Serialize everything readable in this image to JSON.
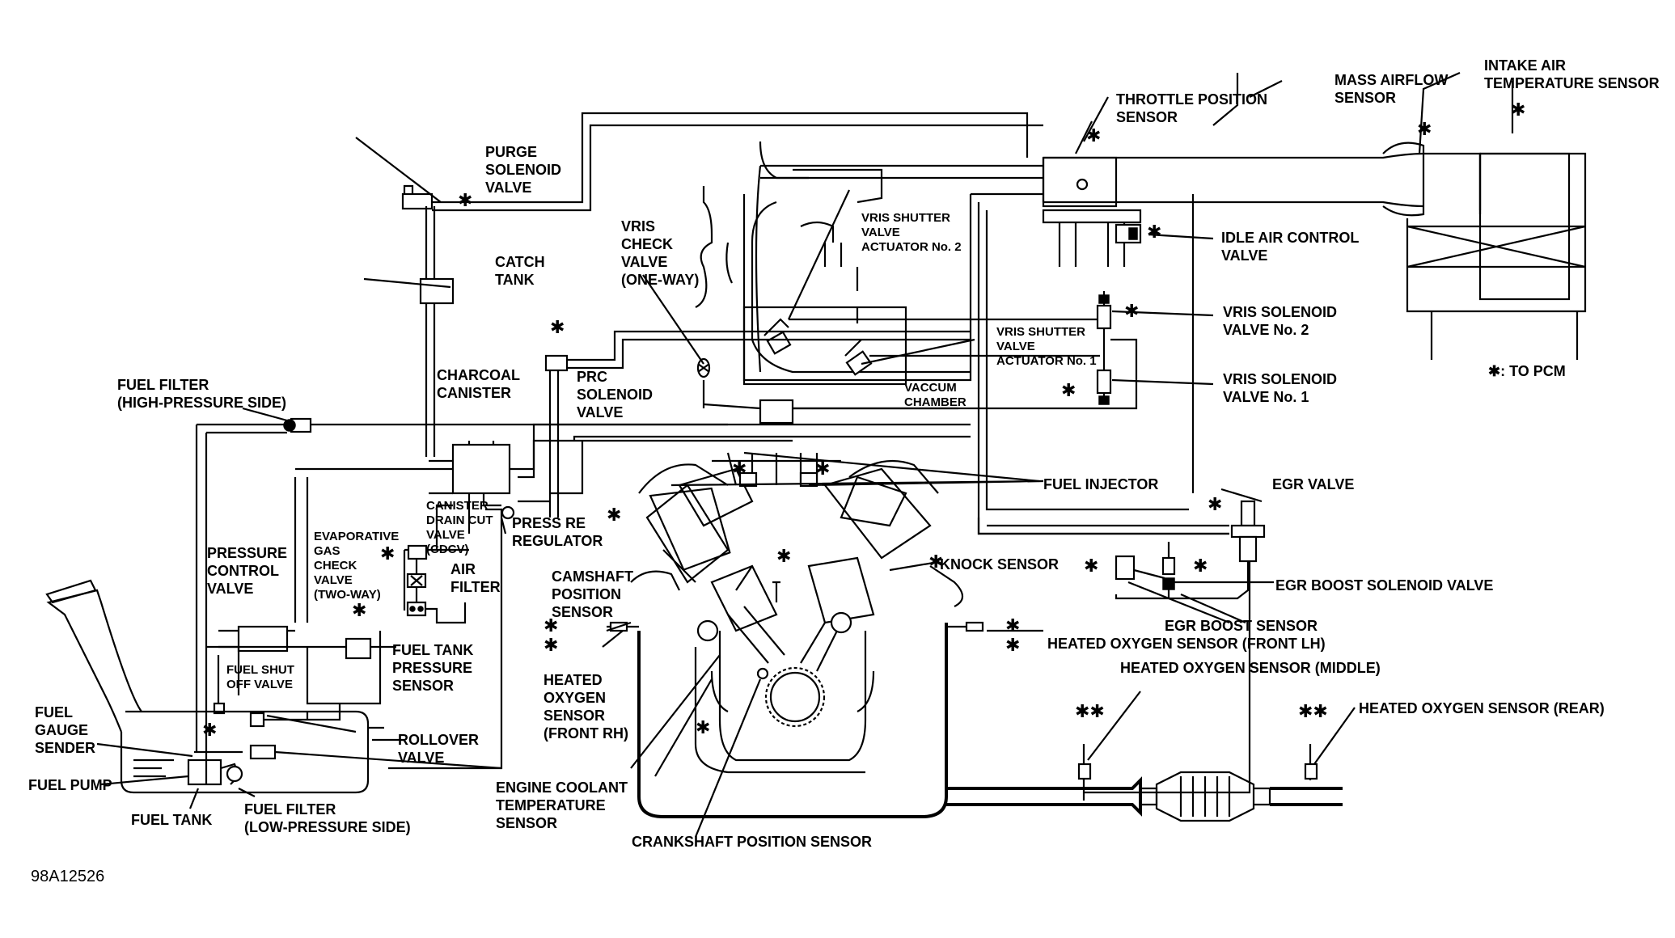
{
  "diagram_id": "98A12526",
  "legend": {
    "pcm_marker": "✱",
    "pcm_text": ": TO PCM"
  },
  "labels": {
    "intake_air_temp_sensor": "INTAKE AIR\nTEMPERATURE SENSOR",
    "mass_airflow_sensor": "MASS AIRFLOW\nSENSOR",
    "throttle_position_sensor": "THROTTLE POSITION\nSENSOR",
    "idle_air_control_valve": "IDLE AIR CONTROL\nVALVE",
    "vris_solenoid_valve_2": "VRIS SOLENOID\nVALVE No. 2",
    "vris_solenoid_valve_1": "VRIS SOLENOID\nVALVE No. 1",
    "purge_solenoid_valve": "PURGE\nSOLENOID\nVALVE",
    "catch_tank": "CATCH\nTANK",
    "vris_check_valve": "VRIS\nCHECK\nVALVE\n(ONE-WAY)",
    "vris_shutter_actuator_2": "VRIS SHUTTER\nVALVE\nACTUATOR No. 2",
    "vris_shutter_actuator_1": "VRIS SHUTTER\nVALVE\nACTUATOR No. 1",
    "vaccum_chamber": "VACCUM\nCHAMBER",
    "prc_solenoid_valve": "PRC\nSOLENOID\nVALVE",
    "charcoal_canister": "CHARCOAL\nCANISTER",
    "fuel_filter_high": "FUEL FILTER\n(HIGH-PRESSURE SIDE)",
    "fuel_injector": "FUEL INJECTOR",
    "egr_valve": "EGR VALVE",
    "canister_drain_cut_valve": "CANISTER\nDRAIN CUT\nVALVE\n(CDCV)",
    "pressure_regulator": "PRESS  RE\nREGULATOR",
    "evaporative_gas_check_valve": "EVAPORATIVE\nGAS\nCHECK\nVALVE\n(TWO-WAY)",
    "air_filter": "AIR\nFILTER",
    "pressure_control_valve": "PRESSURE\nCONTROL\nVALVE",
    "camshaft_position_sensor": "CAMSHAFT\nPOSITION\nSENSOR",
    "knock_sensor": "KNOCK SENSOR",
    "egr_boost_solenoid_valve": "EGR BOOST SOLENOID VALVE",
    "egr_boost_sensor": "EGR BOOST SENSOR",
    "fuel_tank_pressure_sensor": "FUEL TANK\nPRESSURE\nSENSOR",
    "fuel_shut_off_valve": "FUEL SHUT\nOFF VALVE",
    "heated_o2_front_lh": "HEATED OXYGEN SENSOR (FRONT LH)",
    "heated_o2_middle": "HEATED OXYGEN SENSOR (MIDDLE)",
    "heated_o2_rear": "HEATED OXYGEN SENSOR (REAR)",
    "heated_o2_front_rh": "HEATED\nOXYGEN\nSENSOR\n(FRONT RH)",
    "fuel_gauge_sender": "FUEL\nGAUGE\nSENDER",
    "rollover_valve": "ROLLOVER\nVALVE",
    "fuel_pump": "FUEL PUMP",
    "fuel_tank": "FUEL TANK",
    "fuel_filter_low": "FUEL FILTER\n(LOW-PRESSURE SIDE)",
    "engine_coolant_temp_sensor": "ENGINE COOLANT\nTEMPERATURE\nSENSOR",
    "crankshaft_position_sensor": "CRANKSHAFT POSITION SENSOR"
  },
  "pcm_markers": {
    "single": "✱",
    "double": "✱✱"
  }
}
